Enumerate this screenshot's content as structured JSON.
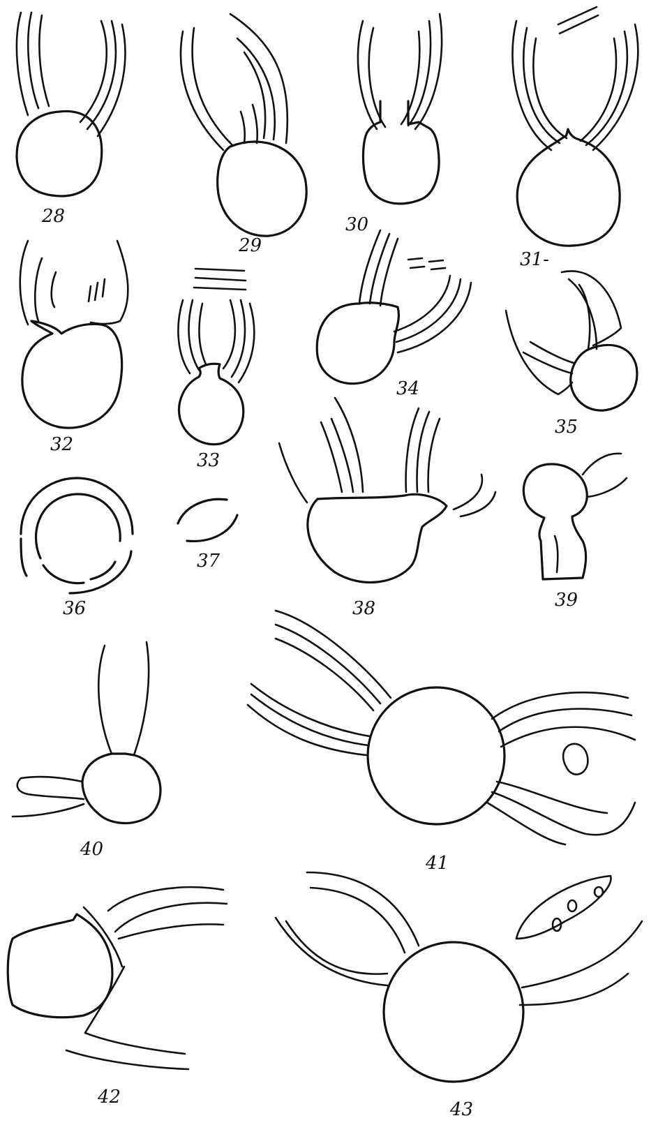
{
  "figures": [
    {
      "id": "28",
      "label": "28"
    },
    {
      "id": "29",
      "label": "29"
    },
    {
      "id": "30",
      "label": "30"
    },
    {
      "id": "31",
      "label": "31-"
    },
    {
      "id": "32",
      "label": "32"
    },
    {
      "id": "33",
      "label": "33"
    },
    {
      "id": "34",
      "label": "34"
    },
    {
      "id": "35",
      "label": "35"
    },
    {
      "id": "36",
      "label": "36"
    },
    {
      "id": "37",
      "label": "37"
    },
    {
      "id": "38",
      "label": "38"
    },
    {
      "id": "39",
      "label": "39"
    },
    {
      "id": "40",
      "label": "40"
    },
    {
      "id": "41",
      "label": "41"
    },
    {
      "id": "42",
      "label": "42"
    },
    {
      "id": "43",
      "label": "43"
    }
  ],
  "colors": {
    "ink": "#111111",
    "paper": "#ffffff"
  }
}
